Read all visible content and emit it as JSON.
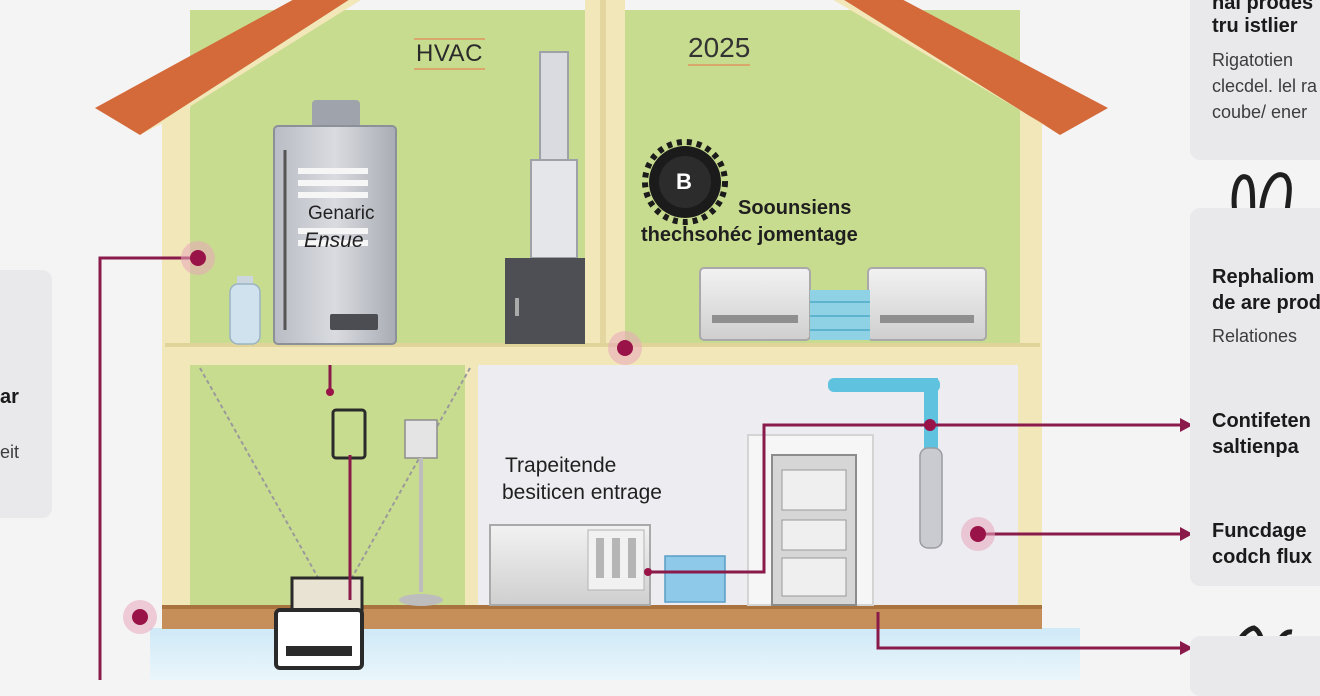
{
  "labels": {
    "hvac": "HVAC",
    "year": "2025",
    "generic_line1": "Genaric",
    "generic_line2": "Ensue",
    "badge_letter": "B",
    "sound_line1": "Soounsiens",
    "sound_line2": "thechsohéc jomentage",
    "trap_line1": "Trapeitende",
    "trap_line2": "besiticen entrage"
  },
  "right_panel": [
    {
      "title_lines": [
        "hai prodes",
        "tru istlier"
      ],
      "text_lines": [
        "Rigatotien",
        "clecdel. lel ra",
        "coube/ ener"
      ]
    },
    {
      "title_lines": [
        "Rephaliom",
        "de are prod"
      ],
      "text_lines": [
        "Relationes"
      ]
    },
    {
      "title_lines": [
        "Contifeten",
        "saltienpa"
      ],
      "text_lines": []
    },
    {
      "title_lines": [
        "Funcdage",
        "codch flux"
      ],
      "text_lines": []
    }
  ],
  "left_panel": {
    "lines": [
      "ar",
      "eit"
    ]
  },
  "colors": {
    "roof": "#d4693a",
    "wall_fill": "#c8dc8f",
    "house_frame": "#f2e7b9",
    "floor_wood": "#c68f5a",
    "callout_line": "#8a1a4a",
    "pipe_blue": "#5fc3e0",
    "panel_bg": "#e9e9eb"
  },
  "icons": [
    "furnace-icon",
    "chimney-icon",
    "water-bottle-icon",
    "gear-badge-icon",
    "router-icon",
    "ceiling-lamp-icon",
    "floor-lamp-icon",
    "heat-pump-icon",
    "water-heater-icon",
    "appliance-icon",
    "plant-icon"
  ]
}
